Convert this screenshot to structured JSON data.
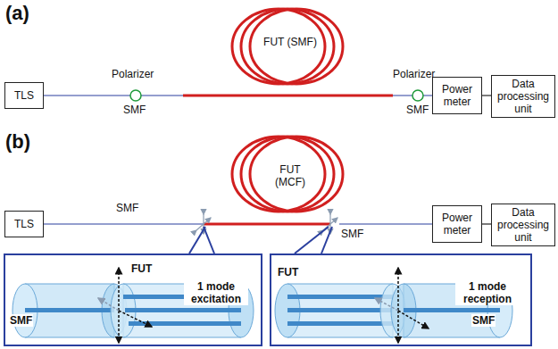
{
  "diagram": {
    "nodes": [
      {
        "text": [
          "TLS"
        ]
      },
      {
        "text": [
          "FUT (SMF)"
        ]
      },
      {
        "text": [
          "Power meter"
        ]
      },
      {
        "text": [
          "Data processing unit"
        ]
      },
      {
        "text": [
          "TLS"
        ]
      },
      {
        "text": [
          "FUT (MCF)"
        ]
      },
      {
        "text": [
          "Power meter"
        ]
      },
      {
        "text": [
          "Data processing unit"
        ]
      },
      {
        "text": [
          "FUT",
          "SMF",
          "1 mode excitation"
        ]
      },
      {
        "text": [
          "FUT",
          "1 mode reception",
          "SMF"
        ]
      }
    ],
    "edges": [
      {
        "from": 0,
        "to": 1,
        "arrow": "none"
      },
      {
        "from": 1,
        "to": 2,
        "arrow": "none"
      },
      {
        "from": 2,
        "to": 3,
        "arrow": "none"
      },
      {
        "from": 4,
        "to": 5,
        "arrow": "none"
      },
      {
        "from": 5,
        "to": 6,
        "arrow": "none"
      },
      {
        "from": 6,
        "to": 7,
        "arrow": "none"
      }
    ],
    "labels": [
      "(a)",
      "Polarizer",
      "SMF",
      "Polarizer",
      "SMF",
      "(b)",
      "SMF",
      "SMF"
    ]
  }
}
